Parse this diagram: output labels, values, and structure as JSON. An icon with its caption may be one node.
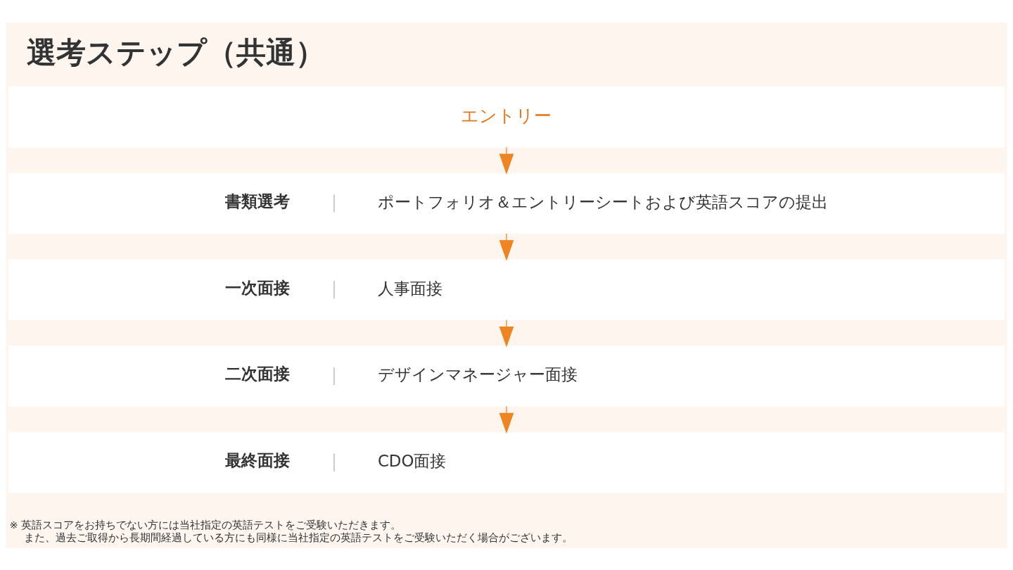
{
  "diagram": {
    "title": "選考ステップ（共通）",
    "nodes": [
      {
        "text": [
          "エントリー"
        ]
      },
      {
        "text": [
          "書類選考",
          "ポートフォリオ＆エントリーシートおよび英語スコアの提出"
        ]
      },
      {
        "text": [
          "一次面接",
          "人事面接"
        ]
      },
      {
        "text": [
          "二次面接",
          "デザインマネージャー面接"
        ]
      },
      {
        "text": [
          "最終面接",
          "CDO面接"
        ]
      }
    ],
    "edges": [
      {
        "from": 0,
        "to": 1,
        "arrow": "to"
      },
      {
        "from": 1,
        "to": 2,
        "arrow": "to"
      },
      {
        "from": 2,
        "to": 3,
        "arrow": "to"
      },
      {
        "from": 3,
        "to": 4,
        "arrow": "to"
      }
    ],
    "labels": [
      "※ 英語スコアをお持ちでない方には当社指定の英語テストをご受験いただきます。",
      "また、過去ご取得から長期間経過している方にも同様に当社指定の英語テストをご受験いただく場合がございます。"
    ]
  }
}
